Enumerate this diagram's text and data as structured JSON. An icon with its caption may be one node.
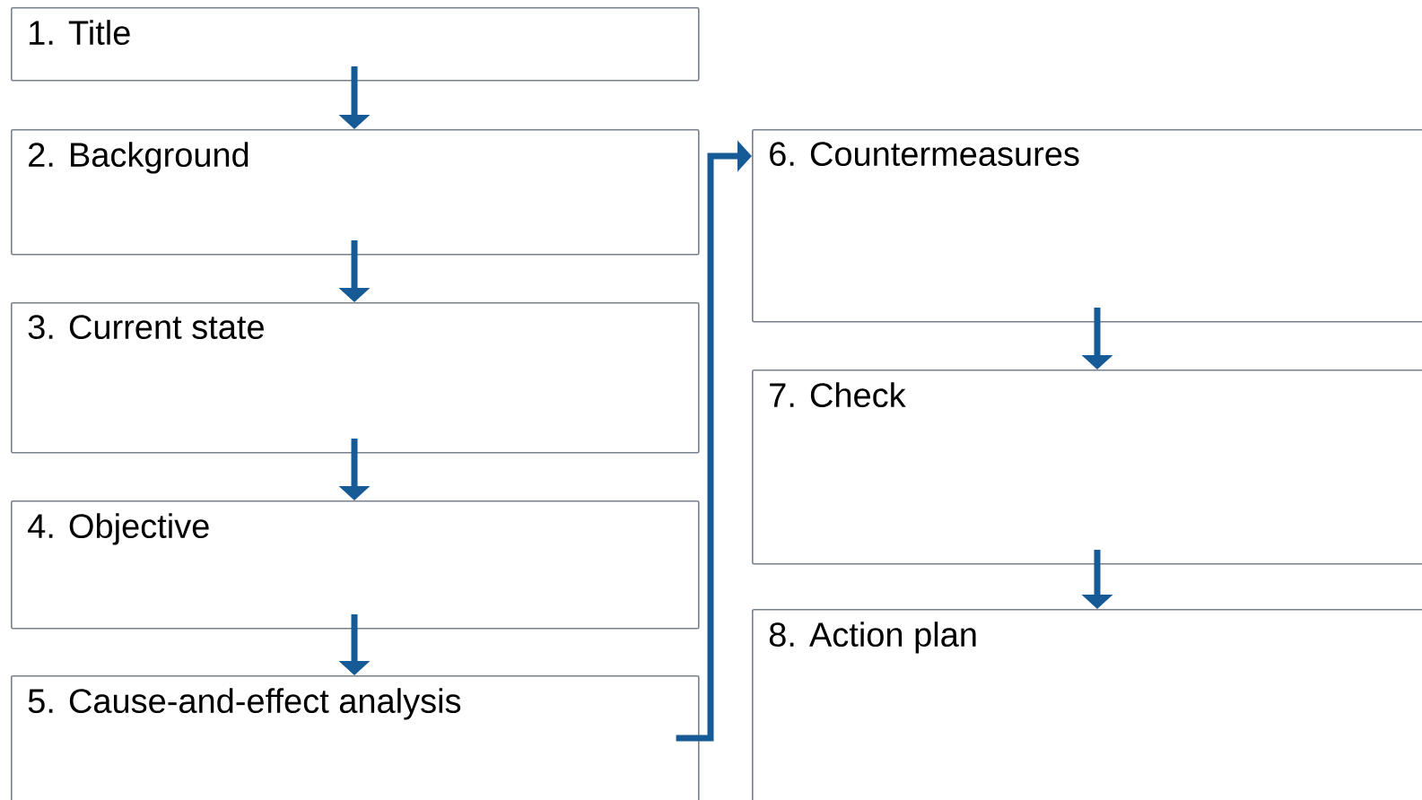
{
  "diagram": {
    "nodes": [
      {
        "text": [
          "1. Title"
        ]
      },
      {
        "text": [
          "2. Background"
        ]
      },
      {
        "text": [
          "3. Current state"
        ]
      },
      {
        "text": [
          "4. Objective"
        ]
      },
      {
        "text": [
          "5. Cause-and-effect analysis"
        ]
      },
      {
        "text": [
          "6. Countermeasures"
        ]
      },
      {
        "text": [
          "7. Check"
        ]
      },
      {
        "text": [
          "8. Action plan"
        ]
      }
    ],
    "edges": [
      {
        "from": 0,
        "to": 1,
        "arrow": "to"
      },
      {
        "from": 1,
        "to": 2,
        "arrow": "to"
      },
      {
        "from": 2,
        "to": 3,
        "arrow": "to"
      },
      {
        "from": 3,
        "to": 4,
        "arrow": "to"
      },
      {
        "from": 4,
        "to": 5,
        "arrow": "to"
      },
      {
        "from": 5,
        "to": 6,
        "arrow": "to"
      },
      {
        "from": 6,
        "to": 7,
        "arrow": "to"
      }
    ]
  }
}
